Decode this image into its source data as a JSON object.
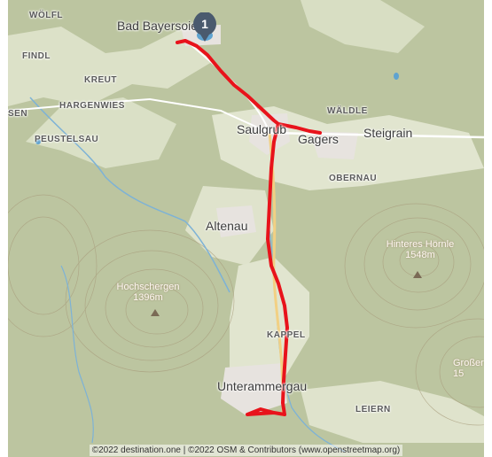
{
  "map": {
    "marker": {
      "label": "1"
    },
    "places": {
      "bad_bayersoien": "Bad Bayersoien",
      "saulgrub": "Saulgrub",
      "gagers": "Gagers",
      "steigrain": "Steigrain",
      "altenau": "Altenau",
      "unterammergau": "Unterammergau",
      "woelfl": "WÖLFL",
      "findl": "FINDL",
      "kreut": "KREUT",
      "sen": "SEN",
      "hargenwies": "HARGENWIES",
      "peustelsau": "PEUSTELSAU",
      "waeldle": "WÄLDLE",
      "obernau": "OBERNAU",
      "kappel": "KAPPEL",
      "leiern": "LEIERN"
    },
    "peaks": {
      "hinteres_hoernle": {
        "name": "Hinteres Hörnle",
        "elevation": "1548m"
      },
      "hochschergen": {
        "name": "Hochschergen",
        "elevation": "1396m"
      },
      "grosser": {
        "name": "Großer",
        "elevation": "15"
      }
    },
    "colors": {
      "route": "#e8131b",
      "forest": "#b7c09a",
      "open_land": "#dfe3cc",
      "settlement": "#e7e3df",
      "water": "#5fa3d0",
      "marker": "#4a5a6e"
    },
    "attribution": "©2022 destination.one | ©2022 OSM & Contributors (www.openstreetmap.org)"
  }
}
